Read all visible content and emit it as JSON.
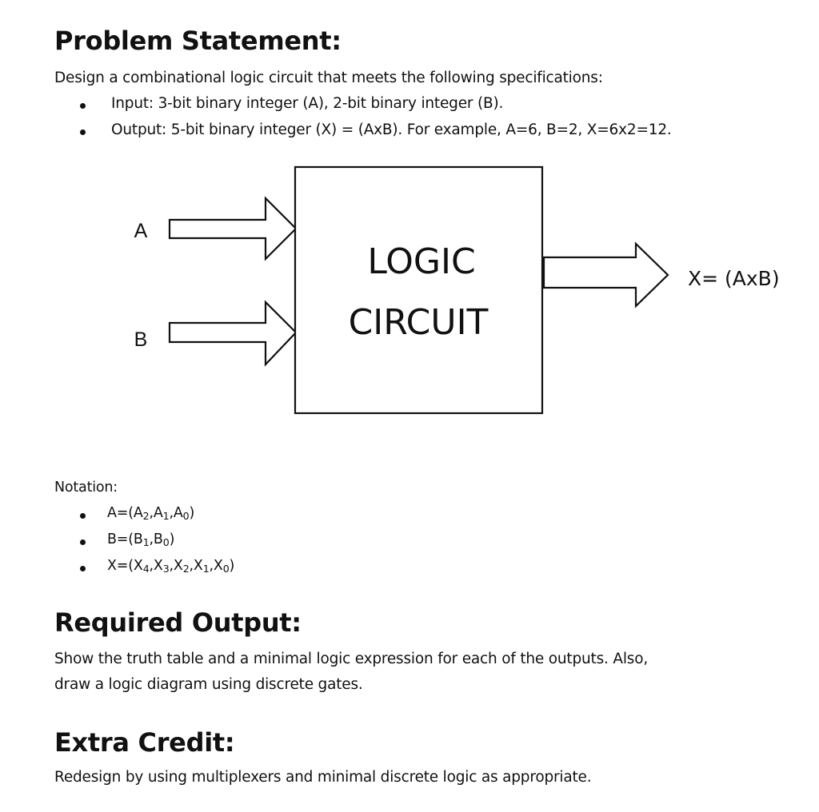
{
  "problem": {
    "heading": "Problem Statement:",
    "intro": "Design a combinational logic circuit that meets the following specifications:",
    "bullets": [
      "Input: 3-bit binary integer (A), 2-bit binary integer (B).",
      "Output: 5-bit binary integer (X) = (AxB).  For example, A=6, B=2, X=6x2=12."
    ]
  },
  "diagram": {
    "input_a_label": "A",
    "input_b_label": "B",
    "box_line1": "LOGIC",
    "box_line2": "CIRCUIT",
    "output_label": "X= (AxB)"
  },
  "notation": {
    "label": "Notation:",
    "items": [
      {
        "prefix": "A=(",
        "terms": [
          {
            "v": "A",
            "s": "2"
          },
          {
            "v": "A",
            "s": "1"
          },
          {
            "v": "A",
            "s": "0"
          }
        ],
        "suffix": ")"
      },
      {
        "prefix": "B=(",
        "terms": [
          {
            "v": "B",
            "s": "1"
          },
          {
            "v": "B",
            "s": "0"
          }
        ],
        "suffix": ")"
      },
      {
        "prefix": "X=(",
        "terms": [
          {
            "v": "X",
            "s": "4"
          },
          {
            "v": "X",
            "s": "3"
          },
          {
            "v": "X",
            "s": "2"
          },
          {
            "v": "X",
            "s": "1"
          },
          {
            "v": "X",
            "s": "0"
          }
        ],
        "suffix": ")"
      }
    ]
  },
  "required": {
    "heading": "Required Output:",
    "line1": "Show the truth table and a minimal logic expression for each of the outputs. Also,",
    "line2": "draw a logic diagram using discrete gates."
  },
  "extra": {
    "heading": "Extra Credit:",
    "line1": "Redesign by using multiplexers and minimal discrete logic as appropriate."
  }
}
